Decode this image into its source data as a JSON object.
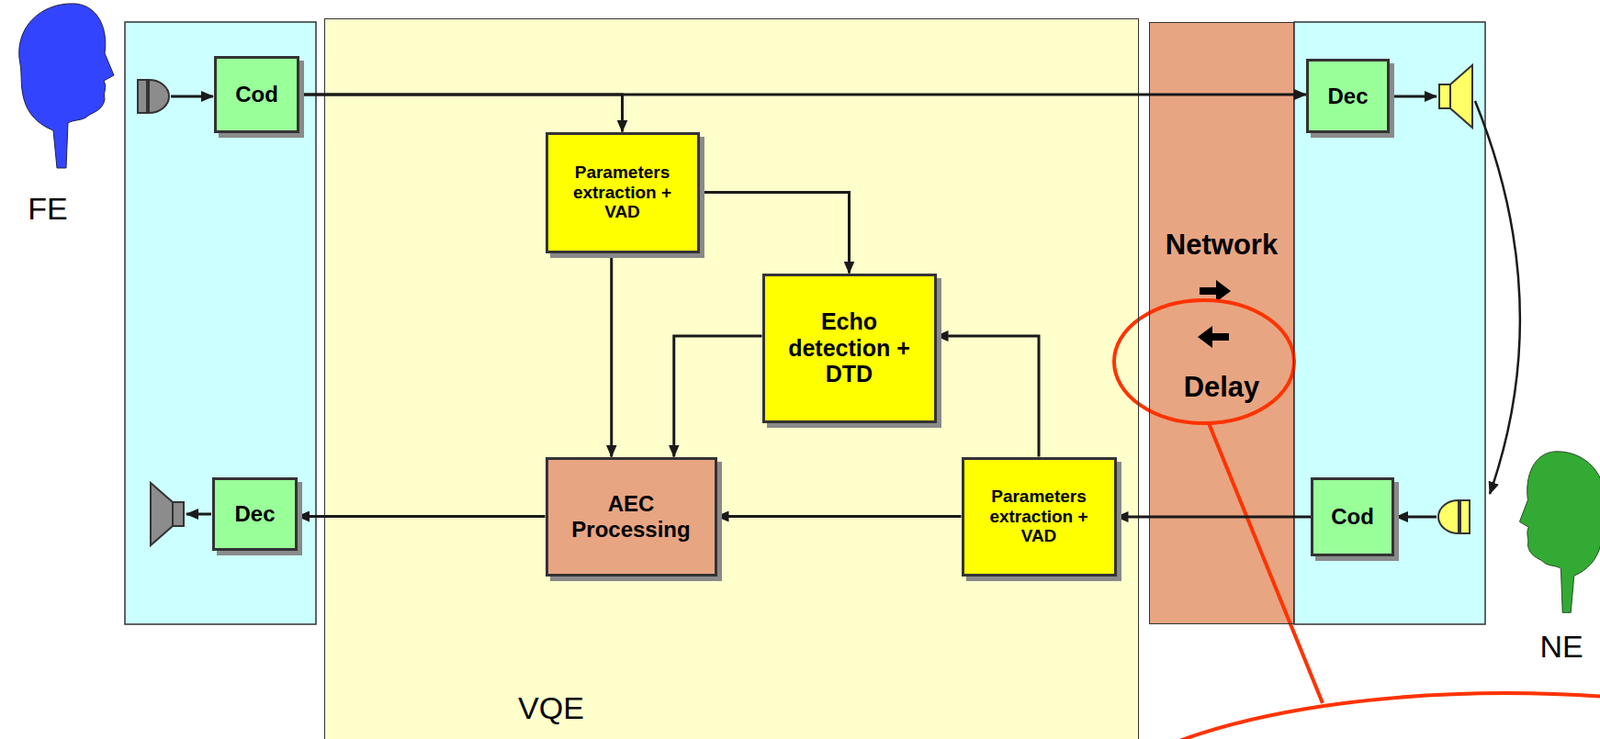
{
  "diagram": {
    "nodes": [
      {
        "text": [
          "VQE"
        ]
      },
      {
        "text": [
          "Cod"
        ]
      },
      {
        "text": [
          "Parameters extraction + VAD"
        ],
        "in": 0
      },
      {
        "text": [
          "Echo detection + DTD"
        ],
        "in": 0
      },
      {
        "text": [
          "AEC Processing"
        ],
        "in": 0
      },
      {
        "text": [
          "Parameters extraction + VAD"
        ],
        "in": 0
      },
      {
        "text": [
          "Dec"
        ]
      },
      {
        "text": [
          "Cod"
        ]
      },
      {
        "text": [
          "Dec"
        ]
      },
      {
        "text": [
          "Network",
          "Delay"
        ]
      }
    ],
    "edges": [
      {
        "from": 1,
        "to": 6,
        "arrow": "to"
      },
      {
        "from": 1,
        "to": 2,
        "arrow": "to"
      },
      {
        "from": 2,
        "to": 3,
        "arrow": "to"
      },
      {
        "from": 2,
        "to": 4,
        "arrow": "to"
      },
      {
        "from": 3,
        "to": 4,
        "arrow": "to"
      },
      {
        "from": 5,
        "to": 3,
        "arrow": "to"
      },
      {
        "from": 5,
        "to": 4,
        "arrow": "to"
      },
      {
        "from": 7,
        "to": 5,
        "arrow": "to"
      },
      {
        "from": 4,
        "to": 8,
        "arrow": "to"
      }
    ],
    "labels": [
      "FE",
      "NE"
    ]
  }
}
